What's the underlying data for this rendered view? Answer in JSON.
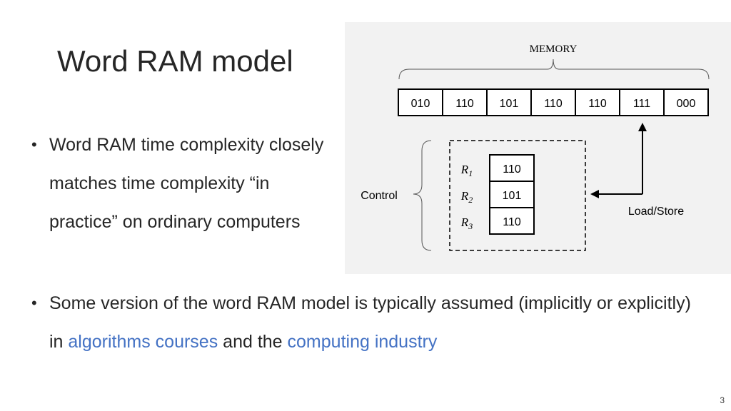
{
  "slide": {
    "title": "Word RAM model",
    "page_number": "3"
  },
  "bullets": [
    {
      "text": "Word RAM time complexity closely matches time complexity “in practice” on ordinary computers"
    },
    {
      "text_before": "Some version of the word RAM model is typically assumed (implicitly or explicitly) in ",
      "link1": "algorithms courses",
      "text_middle": " and the ",
      "link2": "computing industry",
      "text_after": ""
    }
  ],
  "diagram": {
    "memory_label": "MEMORY",
    "memory_cells": [
      "010",
      "110",
      "101",
      "110",
      "110",
      "111",
      "000"
    ],
    "control_label": "Control",
    "load_store_label": "Load/Store",
    "registers": [
      {
        "name": "R",
        "sub": "1",
        "value": "110"
      },
      {
        "name": "R",
        "sub": "2",
        "value": "101"
      },
      {
        "name": "R",
        "sub": "3",
        "value": "110"
      }
    ],
    "colors": {
      "panel_bg": "#f2f2f2",
      "link": "#4472C4",
      "stroke": "#000000"
    }
  }
}
